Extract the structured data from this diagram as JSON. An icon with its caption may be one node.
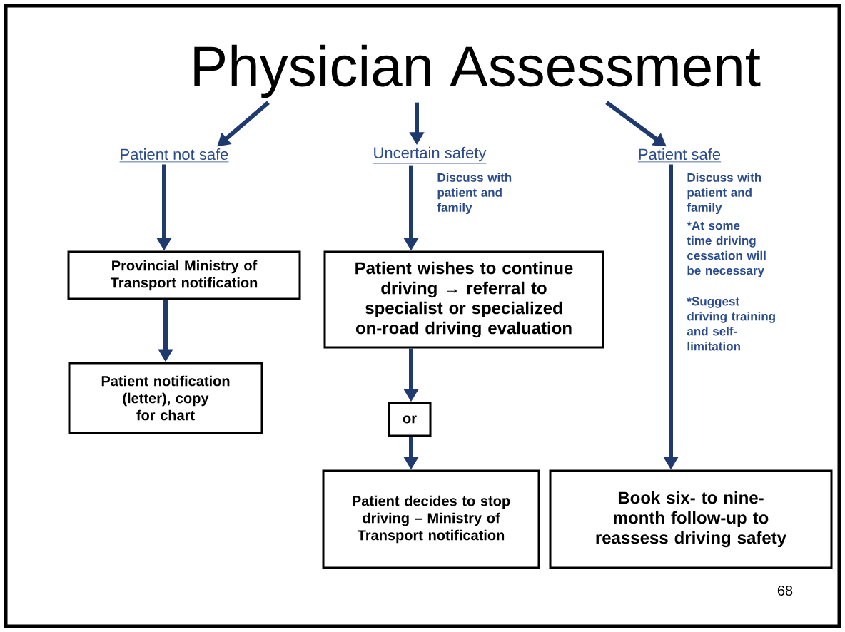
{
  "diagram": {
    "nodes": [
      {
        "text": [
          "Physician Assessment"
        ]
      },
      {
        "text": [
          "Patient not safe"
        ]
      },
      {
        "text": [
          "Uncertain safety"
        ]
      },
      {
        "text": [
          "Patient safe"
        ]
      },
      {
        "text": [
          "Provincial Ministry of Transport notification"
        ]
      },
      {
        "text": [
          "Patient notification (letter), copy for chart"
        ]
      },
      {
        "text": [
          "Patient wishes to continue driving → referral to specialist or specialized on-road driving evaluation"
        ]
      },
      {
        "text": [
          "or"
        ]
      },
      {
        "text": [
          "Patient decides to stop driving – Ministry of Transport notification"
        ]
      },
      {
        "text": [
          "Book six- to nine-month follow-up to reassess driving safety"
        ]
      }
    ],
    "edges": [
      {
        "from": 0,
        "to": 1,
        "arrow": "to"
      },
      {
        "from": 0,
        "to": 2,
        "arrow": "to"
      },
      {
        "from": 0,
        "to": 3,
        "arrow": "to"
      },
      {
        "from": 1,
        "to": 4,
        "arrow": "to"
      },
      {
        "from": 4,
        "to": 5,
        "arrow": "to"
      },
      {
        "from": 2,
        "to": 6,
        "arrow": "to",
        "label": "Discuss with patient and family"
      },
      {
        "from": 6,
        "to": 7,
        "arrow": "to"
      },
      {
        "from": 7,
        "to": 8,
        "arrow": "to"
      },
      {
        "from": 3,
        "to": 9,
        "arrow": "to",
        "label": "Discuss with patient and family"
      }
    ],
    "labels": [
      "*At some time driving cessation will be necessary",
      "*Suggest driving training and self-limitation",
      "68"
    ]
  }
}
